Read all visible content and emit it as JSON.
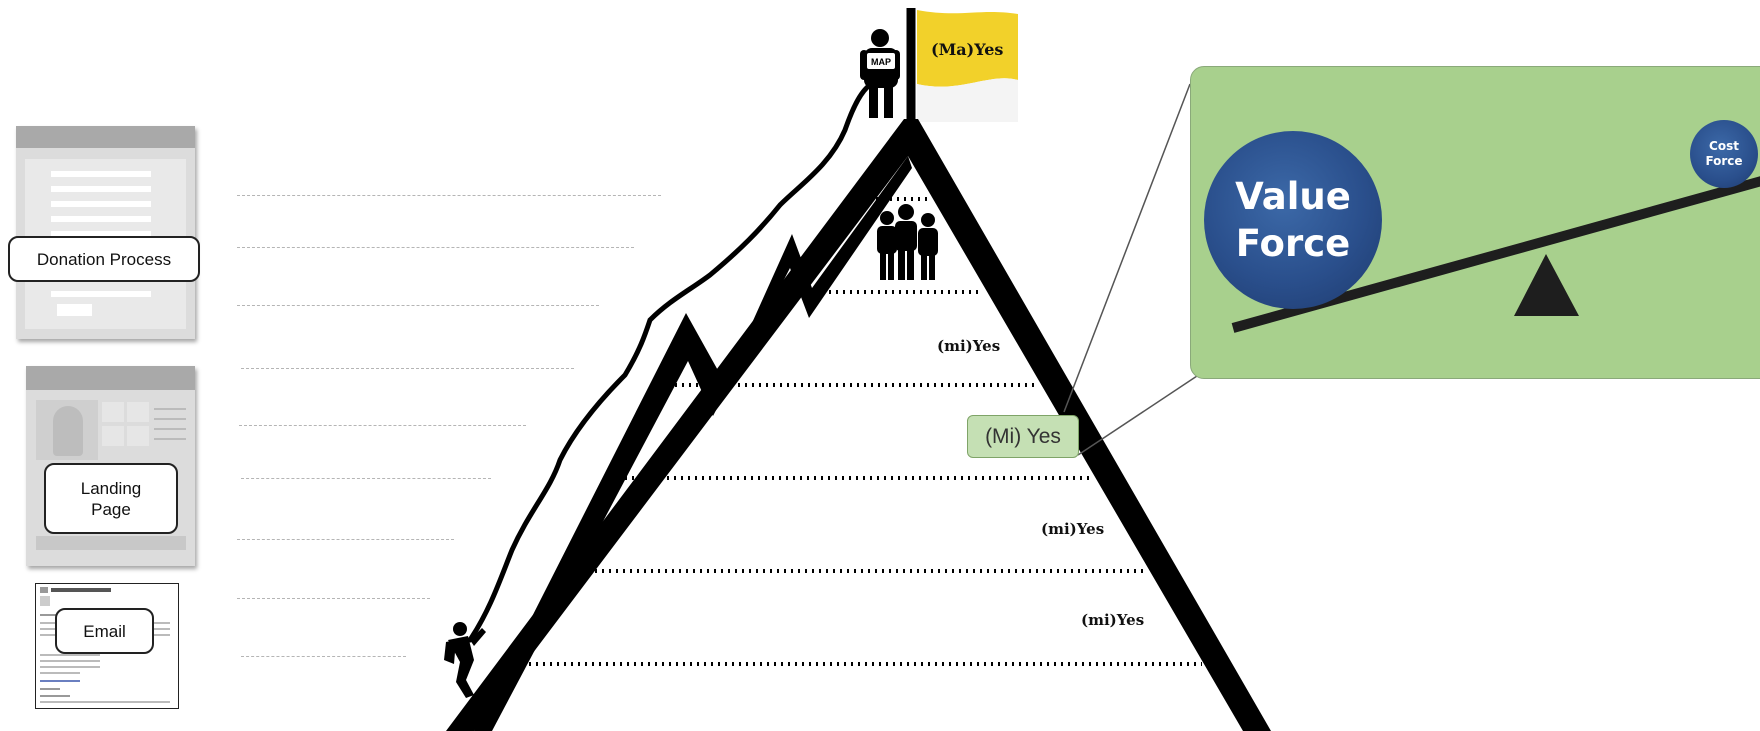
{
  "left_panel": {
    "donation_label": "Donation Process",
    "landing_label_line1": "Landing",
    "landing_label_line2": "Page",
    "email_label": "Email"
  },
  "mountain": {
    "summit_flag_text": "(Ma)Yes",
    "map_sign_text": "MAP",
    "mi_yes_highlight": "(Mi) Yes",
    "tier_labels": [
      "(mi)Yes",
      "(mi)Yes",
      "(mi)Yes"
    ]
  },
  "inset": {
    "value_force_line1": "Value",
    "value_force_line2": "Force",
    "cost_force_line1": "Cost",
    "cost_force_line2": "Force"
  },
  "colors": {
    "panel_green": "#a8d08d",
    "highlight_green": "#c5e0b4",
    "force_blue": "#2a4f8c",
    "flag_yellow": "#f2d12a"
  }
}
